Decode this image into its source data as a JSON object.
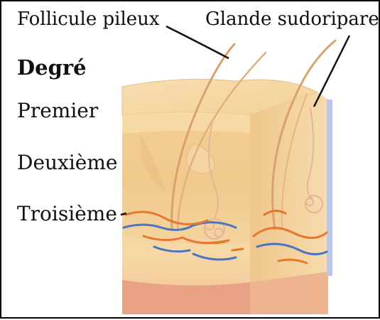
{
  "labels": {
    "follicle": "Follicule pileux",
    "gland": "Glande sudoripare",
    "degree": "Degré",
    "first": "Premier",
    "second": "Deuxième",
    "third": "Troisième"
  },
  "colors": {
    "epidermis": "#f3d39a",
    "dermis": "#efc78d",
    "hypodermis": "#f5d9a4",
    "muscle": "#eba082",
    "vein": "#4a74c4",
    "artery": "#e8762e",
    "nerve_band": "#b9c8ea"
  }
}
